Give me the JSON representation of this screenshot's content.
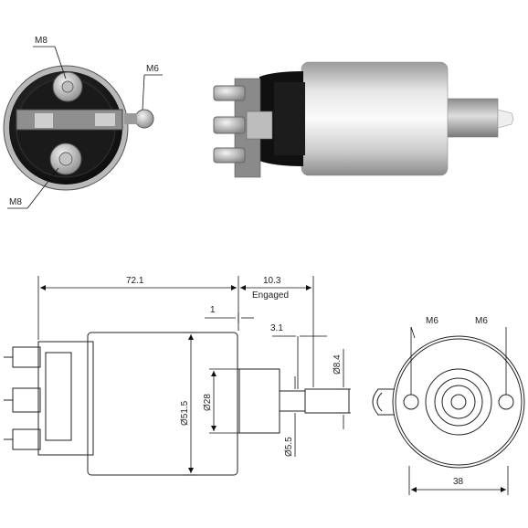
{
  "photo_end": {
    "label_top": "M8",
    "label_side": "M6",
    "label_bottom": "M8"
  },
  "drawing": {
    "length": "72.1",
    "engaged_travel": "10.3",
    "engaged_label": "Engaged",
    "gap": "1",
    "plunger_step": "3.1",
    "body_diameter": "Ø51.5",
    "nose_diameter": "Ø28",
    "shaft_diameter": "Ø5.5",
    "tip_diameter": "Ø8.4",
    "terminal_left": "M6",
    "terminal_right": "M6",
    "terminal_spacing": "38"
  },
  "colors": {
    "line": "#222222",
    "terminal_cap": "#1a1a1a",
    "housing": "#d8d8d8"
  }
}
